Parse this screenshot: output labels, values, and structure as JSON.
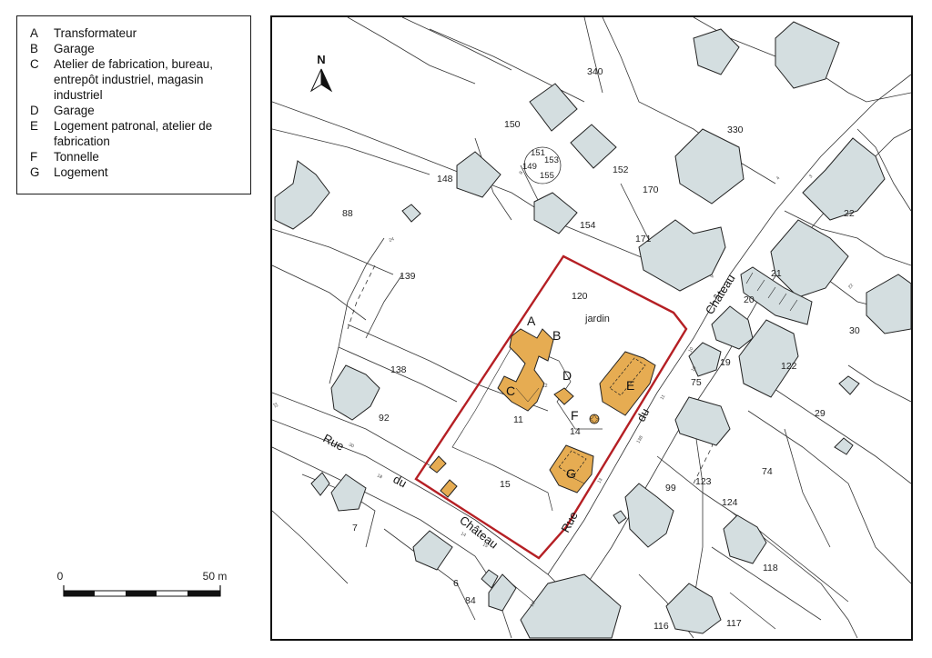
{
  "legend": {
    "items": [
      {
        "key": "A",
        "label": "Transformateur"
      },
      {
        "key": "B",
        "label": "Garage"
      },
      {
        "key": "C",
        "label": "Atelier de fabrication, bureau, entrepôt industriel, magasin industriel"
      },
      {
        "key": "D",
        "label": "Garage"
      },
      {
        "key": "E",
        "label": "Logement patronal, atelier de fabrication"
      },
      {
        "key": "F",
        "label": "Tonnelle"
      },
      {
        "key": "G",
        "label": "Logement"
      }
    ]
  },
  "scale": {
    "start_label": "0",
    "end_label": "50 m"
  },
  "map": {
    "north_label": "N",
    "colors": {
      "neighbor_building": "#d4dee0",
      "studied_building": "#e6ac52",
      "site_boundary": "#b51f24",
      "parcel_line": "#333333"
    },
    "parcels": [
      "340",
      "150",
      "330",
      "151",
      "149",
      "153",
      "155",
      "148",
      "152",
      "170",
      "88",
      "154",
      "171",
      "22",
      "21",
      "139",
      "120",
      "20",
      "30",
      "138",
      "19",
      "122",
      "75",
      "92",
      "11",
      "14",
      "29",
      "74",
      "15",
      "99",
      "123",
      "124",
      "7",
      "118",
      "6",
      "84",
      "116",
      "117"
    ],
    "building_letters": [
      "A",
      "B",
      "C",
      "D",
      "E",
      "F",
      "G"
    ],
    "garden_label": "jardin",
    "street_words": [
      "Rue",
      "du",
      "Château",
      "Rue",
      "du",
      "Château"
    ],
    "small_numbers": [
      "24",
      "22",
      "30",
      "18",
      "14",
      "12",
      "13",
      "11",
      "10",
      "9",
      "8",
      "10",
      "138",
      "13",
      "15",
      "4",
      "3",
      "22"
    ]
  }
}
